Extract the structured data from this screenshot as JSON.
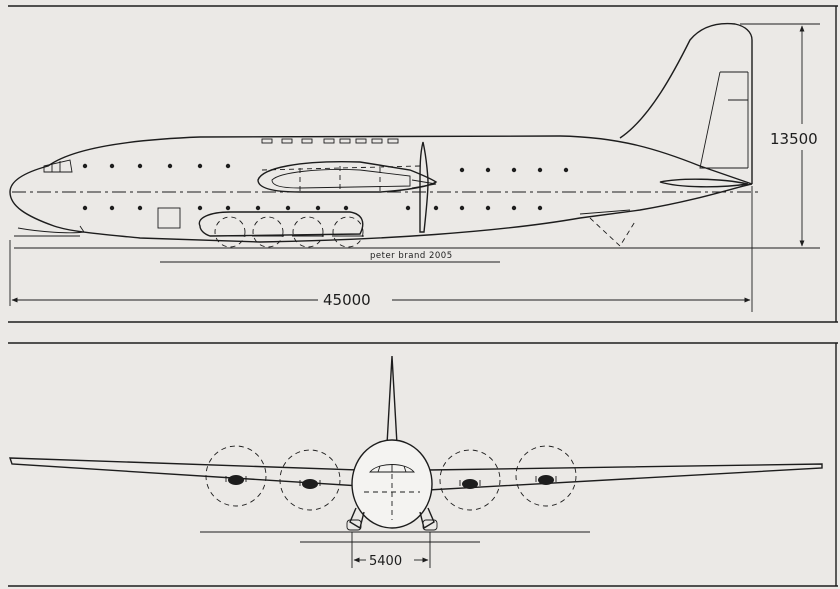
{
  "side_view": {
    "overall_length": "45000",
    "height": "13500",
    "credit": "peter brand 2005"
  },
  "front_view": {
    "track": "5400"
  }
}
